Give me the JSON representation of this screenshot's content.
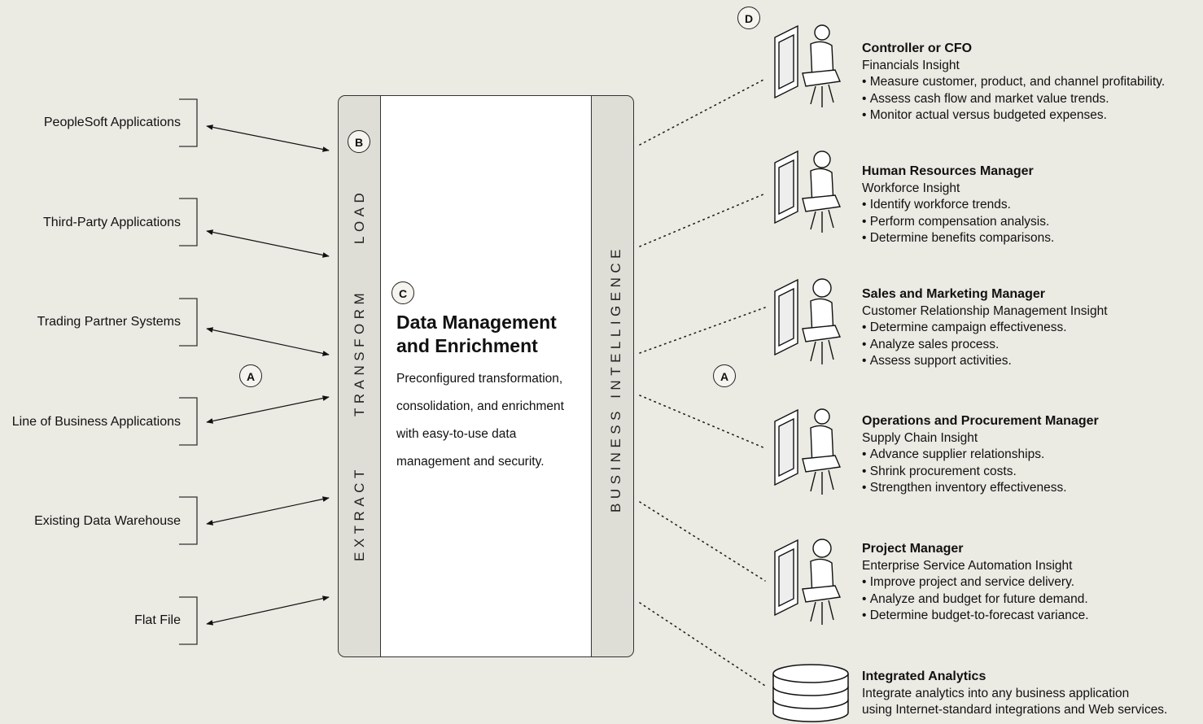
{
  "markers": {
    "a": "A",
    "b": "B",
    "c": "C",
    "d": "D"
  },
  "sources": [
    "PeopleSoft Applications",
    "Third-Party Applications",
    "Trading Partner Systems",
    "Line of Business Applications",
    "Existing Data Warehouse",
    "Flat File"
  ],
  "etl": {
    "extract": "EXTRACT",
    "transform": "TRANSFORM",
    "load": "LOAD"
  },
  "center": {
    "title": "Data Management and Enrichment",
    "text": "Preconfigured transformation, consolidation, and enrichment with easy-to-use data management and security."
  },
  "bi_label": "BUSINESS INTELLIGENCE",
  "personas": [
    {
      "title": "Controller or CFO",
      "subtitle": "Financials Insight",
      "bullets": [
        "Measure customer, product, and channel profitability.",
        "Assess cash flow and market value trends.",
        "Monitor actual versus budgeted expenses."
      ]
    },
    {
      "title": "Human Resources Manager",
      "subtitle": "Workforce Insight",
      "bullets": [
        "Identify workforce trends.",
        "Perform compensation analysis.",
        "Determine benefits comparisons."
      ]
    },
    {
      "title": "Sales and Marketing Manager",
      "subtitle": "Customer Relationship Management Insight",
      "bullets": [
        "Determine campaign effectiveness.",
        "Analyze sales process.",
        "Assess support activities."
      ]
    },
    {
      "title": "Operations and Procurement Manager",
      "subtitle": "Supply Chain Insight",
      "bullets": [
        "Advance supplier relationships.",
        "Shrink procurement costs.",
        "Strengthen inventory effectiveness."
      ]
    },
    {
      "title": "Project Manager",
      "subtitle": "Enterprise Service Automation Insight",
      "bullets": [
        "Improve project and service delivery.",
        "Analyze and budget for future demand.",
        "Determine budget-to-forecast variance."
      ]
    }
  ],
  "analytics": {
    "title": "Integrated Analytics",
    "line1": "Integrate analytics into any business application",
    "line2": "using Internet-standard integrations and Web services."
  },
  "icons": {
    "person": "person-at-computer-icon",
    "database": "database-icon"
  }
}
